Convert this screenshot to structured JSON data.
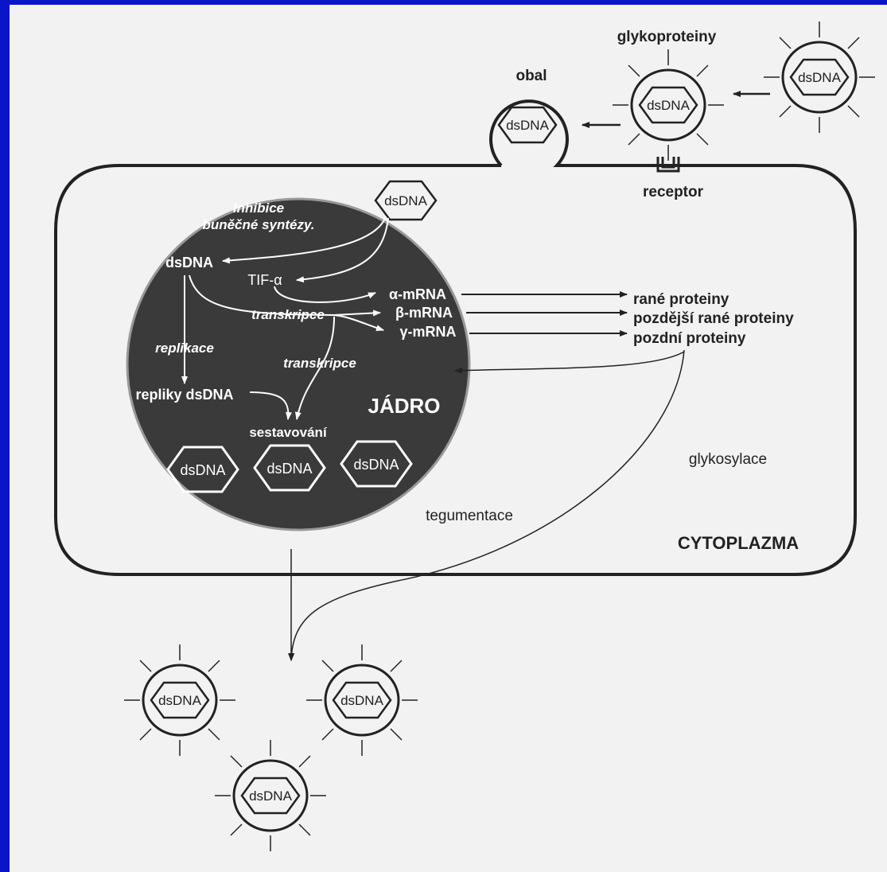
{
  "virion_label": "dsDNA",
  "labels": {
    "glykoproteiny": "glykoproteiny",
    "obal": "obal",
    "receptor": "receptor",
    "inhibice_line1": "Inhibice",
    "inhibice_line2": "buněčné syntézy.",
    "dsdna": "dsDNA",
    "tif": "TIF-α",
    "alpha_mrna": "α-mRNA",
    "beta_mrna": "β-mRNA",
    "gamma_mrna": "γ-mRNA",
    "transkripce1": "transkripce",
    "transkripce2": "transkripce",
    "replikace": "replikace",
    "repliky": "repliky dsDNA",
    "jadro": "JÁDRO",
    "sestavovani": "sestavování",
    "rane": "rané proteiny",
    "pozdejsi": "pozdější rané proteiny",
    "pozdni": "pozdní proteiny",
    "glykosylace": "glykosylace",
    "tegumentace": "tegumentace",
    "cytoplazma": "CYTOPLAZMA"
  },
  "colors": {
    "background": "#0a14c8",
    "paper": "#f2f2f2",
    "nucleus": "#3a3a3a",
    "ink": "#222222"
  }
}
